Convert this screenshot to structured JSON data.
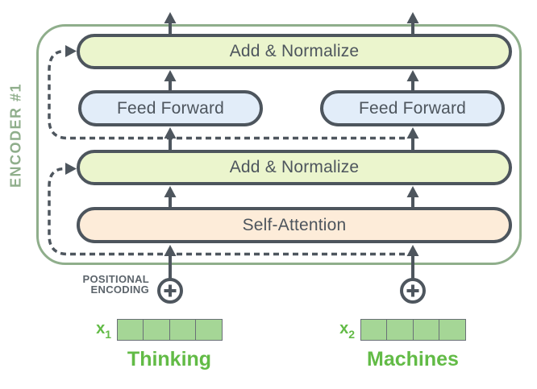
{
  "diagram": {
    "title_context": "Transformer encoder block diagram",
    "encoder_label": "ENCODER #1",
    "boxes": {
      "add_normalize_top": "Add & Normalize",
      "feed_forward_left": "Feed Forward",
      "feed_forward_right": "Feed Forward",
      "add_normalize_bottom": "Add & Normalize",
      "self_attention": "Self-Attention"
    },
    "positional_encoding": {
      "line1": "POSITIONAL",
      "line2": "ENCODING",
      "operator": "plus-in-circle"
    },
    "tokens": [
      {
        "symbol": "x",
        "subscript": "1",
        "word": "Thinking",
        "vector_cells": 4
      },
      {
        "symbol": "x",
        "subscript": "2",
        "word": "Machines",
        "vector_cells": 4
      }
    ],
    "colors": {
      "frame_green": "#8fae8b",
      "bright_green": "#62bb46",
      "box_border": "#4d555d",
      "arrow": "#4e565e",
      "add_normalize_fill": "#ebf5cd",
      "feed_forward_fill": "#e2edf9",
      "self_attention_fill": "#fdecd9",
      "vector_fill": "#a5d696",
      "vector_border": "#6a7077",
      "pos_label_color": "#5c646b"
    }
  }
}
